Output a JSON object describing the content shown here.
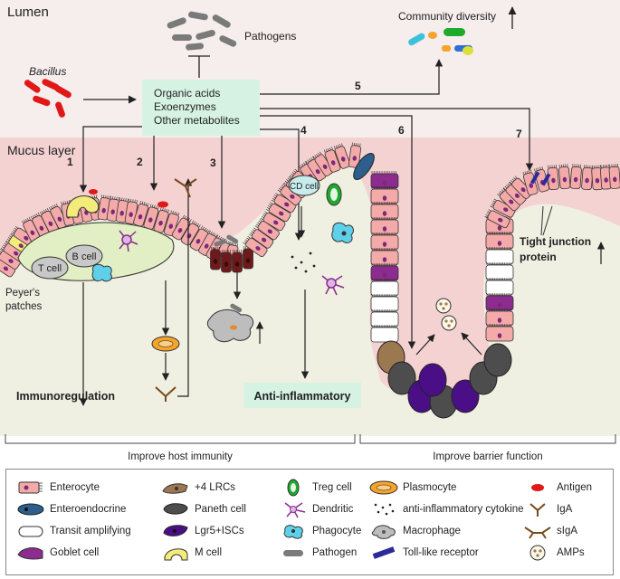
{
  "regions": {
    "lumen": "Lumen",
    "mucus": "Mucus layer"
  },
  "top": {
    "pathogens": "Pathogens",
    "community": "Community diversity",
    "bacillus": "Bacillus",
    "metabolites": [
      "Organic acids",
      "Exoenzymes",
      "Other metabolites"
    ]
  },
  "steps": [
    "1",
    "2",
    "3",
    "4",
    "5",
    "6",
    "7"
  ],
  "cells_text": {
    "t_cell": "T cell",
    "b_cell": "B cell",
    "cd_cell": "CD cell",
    "peyers": [
      "Peyer's",
      "patches"
    ]
  },
  "outcomes": {
    "anti_inflammatory": "Anti-inflammatory",
    "immunoregulation": "Immunoregulation",
    "tight_junction": [
      "Tight junction",
      "protein"
    ],
    "improve_host": "Improve host immunity",
    "improve_barrier": "Improve barrier function"
  },
  "legend": [
    {
      "icon": "enterocyte-icon",
      "label": "Enterocyte"
    },
    {
      "icon": "enteroendocrine-icon",
      "label": "Enteroendocrine"
    },
    {
      "icon": "transit-amplifying-icon",
      "label": "Transit amplifying"
    },
    {
      "icon": "goblet-cell-icon",
      "label": "Goblet cell"
    },
    {
      "icon": "lrc-icon",
      "label": "+4 LRCs"
    },
    {
      "icon": "paneth-cell-icon",
      "label": "Paneth cell"
    },
    {
      "icon": "lgr5-isc-icon",
      "label": "Lgr5+ISCs"
    },
    {
      "icon": "m-cell-icon",
      "label": "M cell"
    },
    {
      "icon": "treg-cell-icon",
      "label": "Treg cell"
    },
    {
      "icon": "dendritic-icon",
      "label": "Dendritic"
    },
    {
      "icon": "phagocyte-icon",
      "label": "Phagocyte"
    },
    {
      "icon": "pathogen-icon",
      "label": "Pathogen"
    },
    {
      "icon": "plasmocyte-icon",
      "label": "Plasmocyte"
    },
    {
      "icon": "cytokine-icon",
      "label": "anti-inflammatory cytokine"
    },
    {
      "icon": "macrophage-icon",
      "label": "Macrophage"
    },
    {
      "icon": "toll-like-receptor-icon",
      "label": "Toll-like receptor"
    },
    {
      "icon": "antigen-icon",
      "label": "Antigen"
    },
    {
      "icon": "iga-icon",
      "label": "IgA"
    },
    {
      "icon": "siga-icon",
      "label": "sIgA"
    },
    {
      "icon": "amps-icon",
      "label": "AMPs"
    }
  ],
  "colors": {
    "lumen_bg": "#f6eded",
    "mucus_bg": "#f4d2d2",
    "lamina_bg": "#efefe2",
    "enterocyte": "#f4aaa8",
    "nucleus": "#7a2a7a",
    "goblet": "#8b2c8e",
    "enteroendocrine": "#2d5e8c",
    "paneth": "#4d4d4d",
    "lgr5": "#4a0f86",
    "lrc": "#9c7851",
    "metabolite_box": "#d6f2e3",
    "antigen": "#e01818",
    "bacillus": "#e01818"
  }
}
